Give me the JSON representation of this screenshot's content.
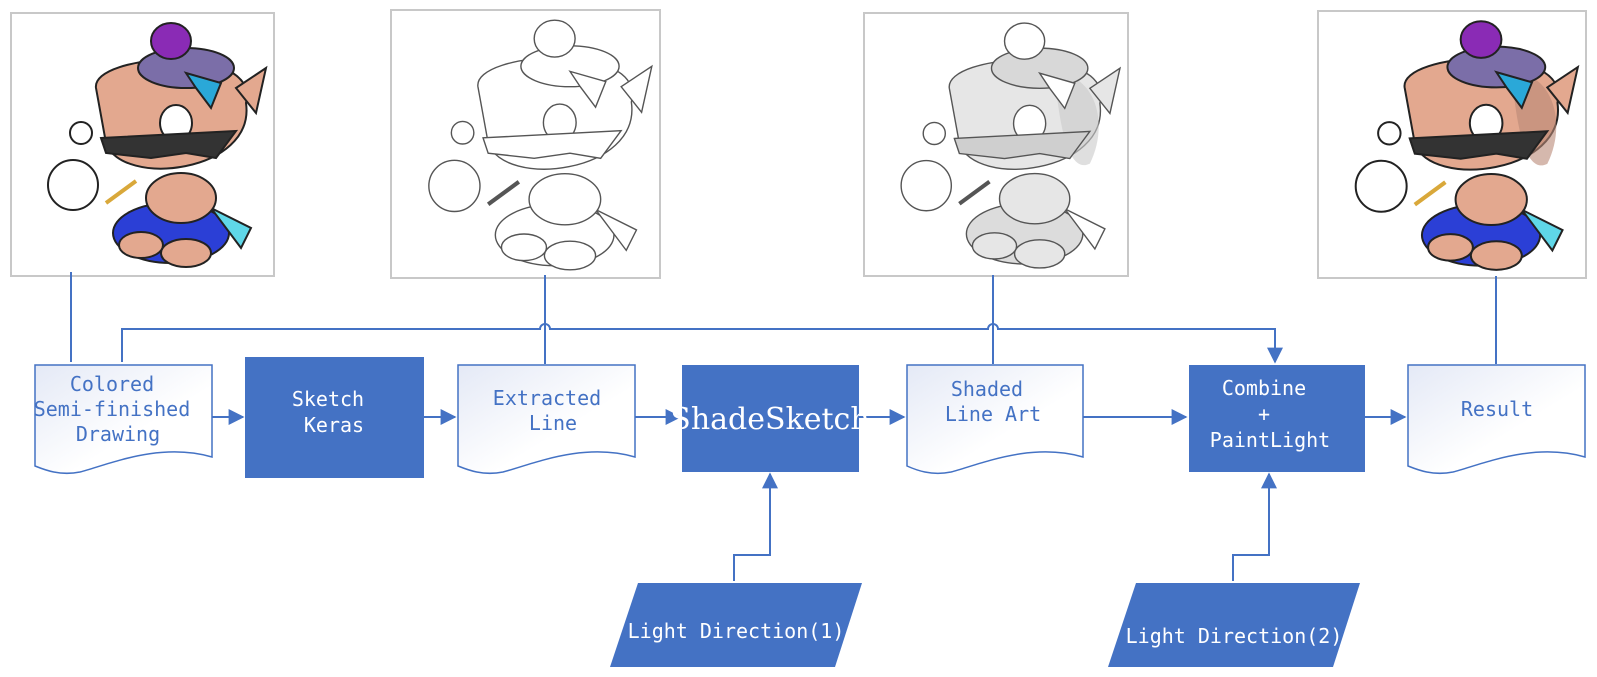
{
  "colors": {
    "accent": "#4472c4",
    "doc_border": "#4472c4",
    "doc_fill": "#eef1fa",
    "frame_border": "#c8c8c8",
    "text_on_accent": "#ffffff"
  },
  "nodes": {
    "colored": {
      "lines": [
        "Colored",
        "Semi-finished",
        "Drawing"
      ]
    },
    "sketch_keras": {
      "lines": [
        "Sketch",
        "Keras"
      ]
    },
    "extracted": {
      "lines": [
        "Extracted",
        "Line"
      ]
    },
    "shadesketch": {
      "lines": [
        "ShadeSketch"
      ]
    },
    "shaded": {
      "lines": [
        "Shaded",
        "Line Art"
      ]
    },
    "combine": {
      "lines": [
        "Combine",
        "+",
        "PaintLight"
      ]
    },
    "result": {
      "lines": [
        "Result"
      ]
    },
    "light1": {
      "lines": [
        "Light Direction(1)"
      ]
    },
    "light2": {
      "lines": [
        "Light Direction(2)"
      ]
    }
  },
  "images": [
    {
      "name": "colored-drawing-image",
      "style": "color",
      "shaded": false
    },
    {
      "name": "extracted-line-image",
      "style": "line",
      "shaded": false
    },
    {
      "name": "shaded-line-art-image",
      "style": "line",
      "shaded": true
    },
    {
      "name": "result-image",
      "style": "color",
      "shaded": true
    }
  ]
}
